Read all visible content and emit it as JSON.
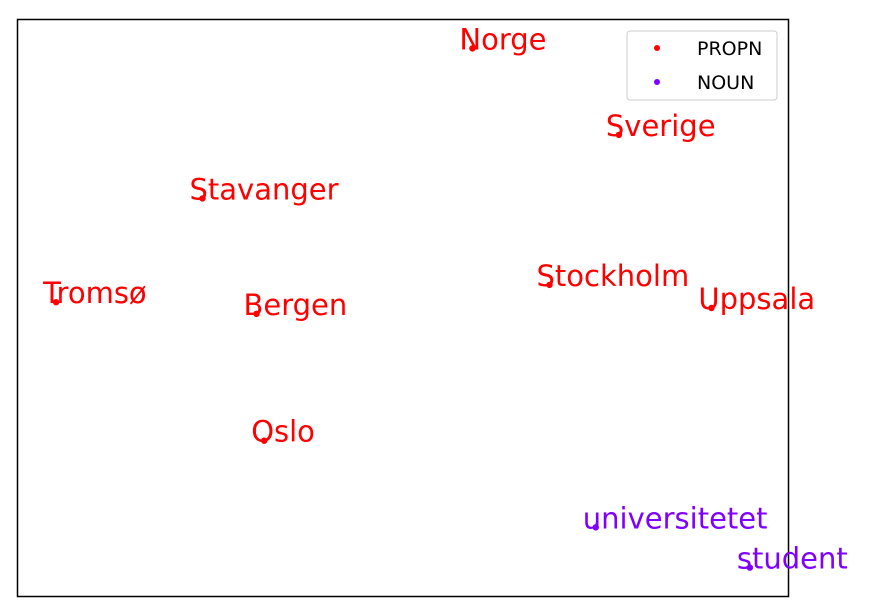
{
  "chart_data": {
    "type": "scatter",
    "title": "",
    "xlabel": "",
    "ylabel": "",
    "axes_ticks": "hidden",
    "grid": false,
    "legend": {
      "position": "top-right",
      "entries": [
        {
          "name": "PROPN",
          "color": "#ff0000"
        },
        {
          "name": "NOUN",
          "color": "#7f00ff"
        }
      ]
    },
    "xlim": [
      0,
      100
    ],
    "ylim": [
      0,
      100
    ],
    "series": [
      {
        "name": "PROPN",
        "color": "#ff0000",
        "points": [
          {
            "label": "Norge",
            "x": 59,
            "y": 95
          },
          {
            "label": "Sverige",
            "x": 78,
            "y": 80
          },
          {
            "label": "Stavanger",
            "x": 24,
            "y": 69
          },
          {
            "label": "Tromsø",
            "x": 5,
            "y": 51
          },
          {
            "label": "Bergen",
            "x": 31,
            "y": 49
          },
          {
            "label": "Stockholm",
            "x": 69,
            "y": 54
          },
          {
            "label": "Uppsala",
            "x": 90,
            "y": 50
          },
          {
            "label": "Oslo",
            "x": 32,
            "y": 27
          }
        ]
      },
      {
        "name": "NOUN",
        "color": "#7f00ff",
        "points": [
          {
            "label": "universitetet",
            "x": 75,
            "y": 12
          },
          {
            "label": "student",
            "x": 95,
            "y": 5
          }
        ]
      }
    ]
  }
}
